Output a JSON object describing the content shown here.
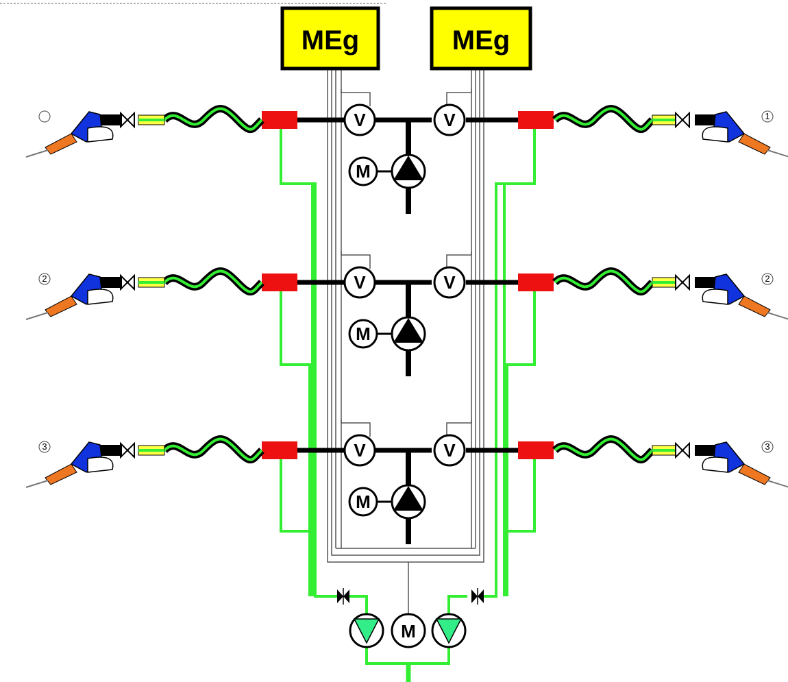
{
  "meter_box_label": "MEg",
  "valve_symbol": "V",
  "motor_symbol": "M",
  "nozzle_numbers": {
    "left": [
      "",
      "2",
      "3"
    ],
    "right": [
      "1",
      "2",
      "3"
    ]
  },
  "colors": {
    "vapor_line": "#33ee33",
    "fuel_line": "#000000",
    "breakaway_coupling": "#ee1111",
    "meter_box": "#ffff00",
    "nozzle_body": "#1133dd",
    "nozzle_spout": "#ee7722",
    "hose_outer": "#000000",
    "hose_inner": "#33ee33",
    "hose_end": "#ffff44",
    "vapor_pump": "#33ee88"
  },
  "icons": [
    "nozzle-icon",
    "shutoff-valve-icon",
    "flow-meter-icon",
    "motor-icon",
    "pump-icon",
    "breakaway-coupling-icon",
    "vapor-recovery-pump-icon"
  ]
}
